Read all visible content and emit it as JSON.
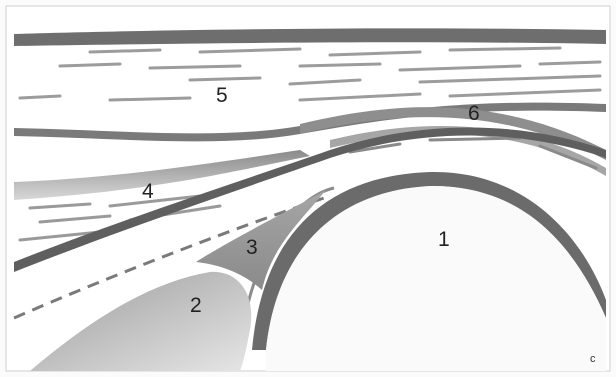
{
  "labels": {
    "l1": "1",
    "l2": "2",
    "l3": "3",
    "l4": "4",
    "l5": "5",
    "l6": "6"
  },
  "panel_letter": "c"
}
